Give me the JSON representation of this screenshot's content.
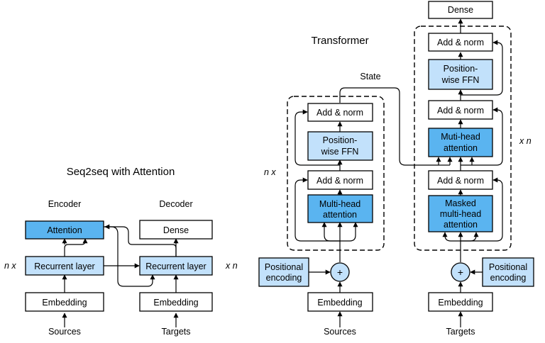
{
  "seq2seq": {
    "title": "Seq2seq with Attention",
    "encoder_label": "Encoder",
    "decoder_label": "Decoder",
    "attention": "Attention",
    "enc_recurrent": "Recurrent layer",
    "dec_recurrent": "Recurrent layer",
    "dense": "Dense",
    "enc_embedding": "Embedding",
    "dec_embedding": "Embedding",
    "sources": "Sources",
    "targets": "Targets",
    "enc_repeat": "n x",
    "dec_repeat": "x n"
  },
  "transformer": {
    "title": "Transformer",
    "state_label": "State",
    "enc_repeat": "n x",
    "dec_repeat": "x n",
    "dense": "Dense",
    "add_norm": "Add & norm",
    "ffn_line1": "Position-",
    "ffn_line2": "wise FFN",
    "mha_line1": "Multi-head",
    "mha_line2": "attention",
    "dec_mha_line1": "Muti-head",
    "dec_mha_line2": "attention",
    "masked_line1": "Masked",
    "masked_line2": "multi-head",
    "masked_line3": "attention",
    "pos_enc_line1": "Positional",
    "pos_enc_line2": "encoding",
    "plus": "+",
    "embedding": "Embedding",
    "sources": "Sources",
    "targets": "Targets"
  },
  "colors": {
    "light_blue": "#c2e1fb",
    "dark_blue": "#5ab4f0",
    "stroke": "#000000"
  }
}
